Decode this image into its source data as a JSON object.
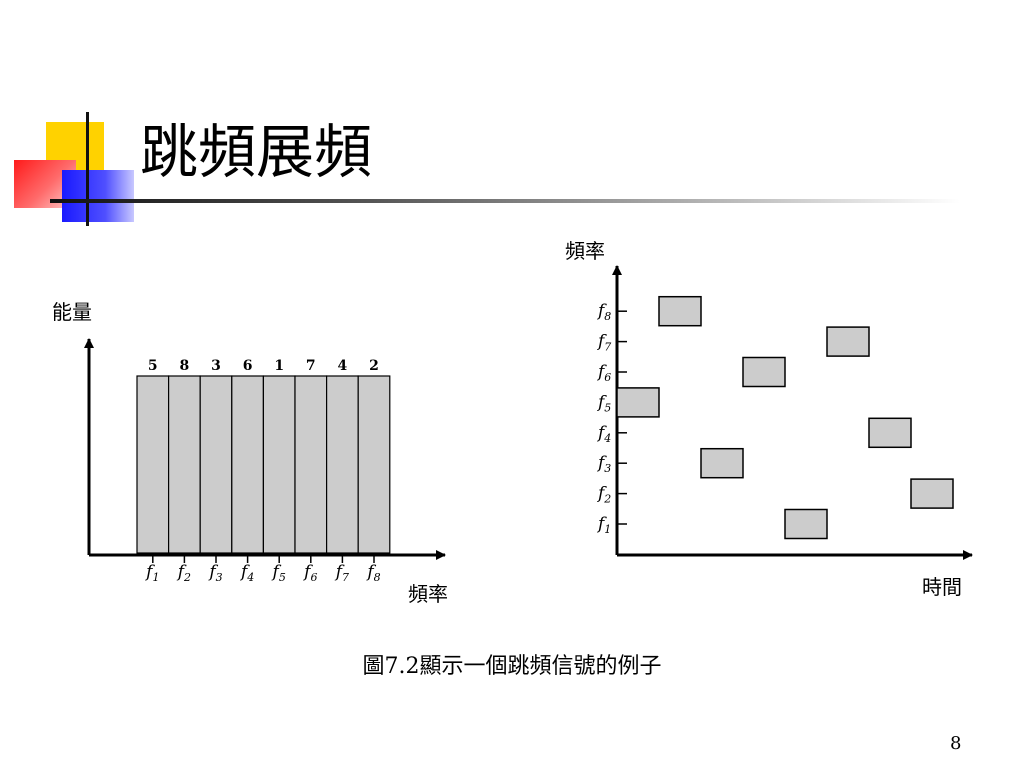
{
  "slide": {
    "title": "跳頻展頻",
    "caption": "圖7.2顯示一個跳頻信號的例子",
    "page_number": "8"
  },
  "left_chart": {
    "y_label": "能量",
    "x_label": "頻率",
    "bars": [
      {
        "tick": "f1",
        "top_label": "5"
      },
      {
        "tick": "f2",
        "top_label": "8"
      },
      {
        "tick": "f3",
        "top_label": "3"
      },
      {
        "tick": "f4",
        "top_label": "6"
      },
      {
        "tick": "f5",
        "top_label": "1"
      },
      {
        "tick": "f6",
        "top_label": "7"
      },
      {
        "tick": "f7",
        "top_label": "4"
      },
      {
        "tick": "f8",
        "top_label": "2"
      }
    ]
  },
  "right_chart": {
    "y_label": "頻率",
    "x_label": "時間",
    "y_ticks": [
      "f1",
      "f2",
      "f3",
      "f4",
      "f5",
      "f6",
      "f7",
      "f8"
    ],
    "hop_sequence": [
      5,
      8,
      3,
      6,
      1,
      7,
      4,
      2
    ]
  },
  "colors": {
    "box_fill": "#cccccc",
    "stroke": "#000000",
    "accent_yellow": "#ffd200",
    "accent_red": "#ff1a1a",
    "accent_blue": "#1a1aff"
  }
}
